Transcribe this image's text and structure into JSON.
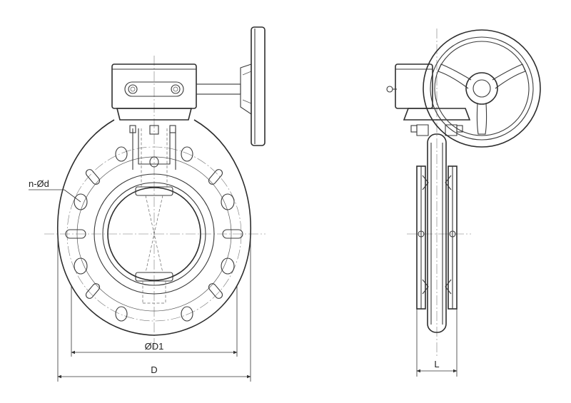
{
  "labels": {
    "bolt_holes": "n-Ød",
    "pitch_diameter": "ØD1",
    "outer_diameter": "D",
    "face_length": "L"
  }
}
